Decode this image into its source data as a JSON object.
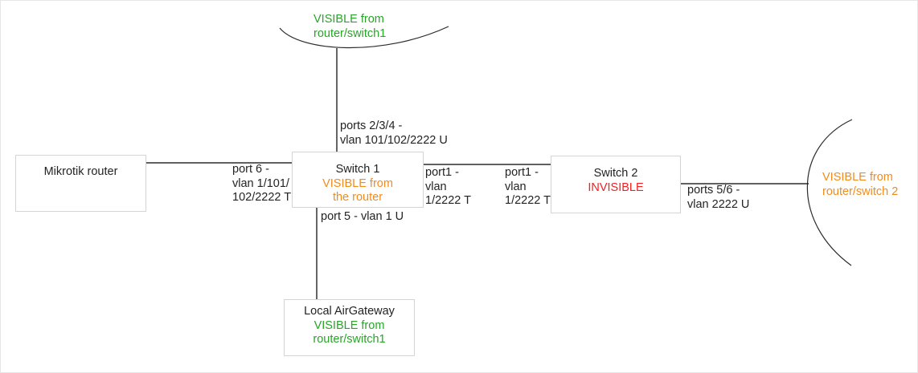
{
  "diagram": {
    "colors": {
      "green": "#28a428",
      "orange": "#f08c1e",
      "red": "#f22020",
      "text": "#232323",
      "line": "#4a4a4a",
      "arc": "#2b2b2b",
      "box_border": "#d4d4d4",
      "background": "#ffffff"
    },
    "nodes": {
      "router": {
        "title": "Mikrotik router"
      },
      "switch1": {
        "title": "Switch 1",
        "status": "VISIBLE from\nthe router"
      },
      "switch2": {
        "title": "Switch 2",
        "status": "INVISIBLE"
      },
      "airgateway": {
        "title": "Local AirGateway",
        "status": "VISIBLE from\nrouter/switch1"
      }
    },
    "clouds": {
      "top": {
        "label": "VISIBLE from\nrouter/switch1"
      },
      "right": {
        "label": "VISIBLE from\nrouter/switch 2"
      }
    },
    "edge_labels": {
      "router_switch1": "port 6 -\nvlan 1/101/\n102/2222 T",
      "switch1_cloud": "ports 2/3/4 -\nvlan 101/102/2222 U",
      "switch1_airgateway": "port 5 - vlan 1 U",
      "switch1_trunk": "port1 -\nvlan\n1/2222 T",
      "switch2_trunk": "port1 -\nvlan\n1/2222 T",
      "switch2_cloud": "ports 5/6 -\nvlan 2222 U"
    }
  }
}
